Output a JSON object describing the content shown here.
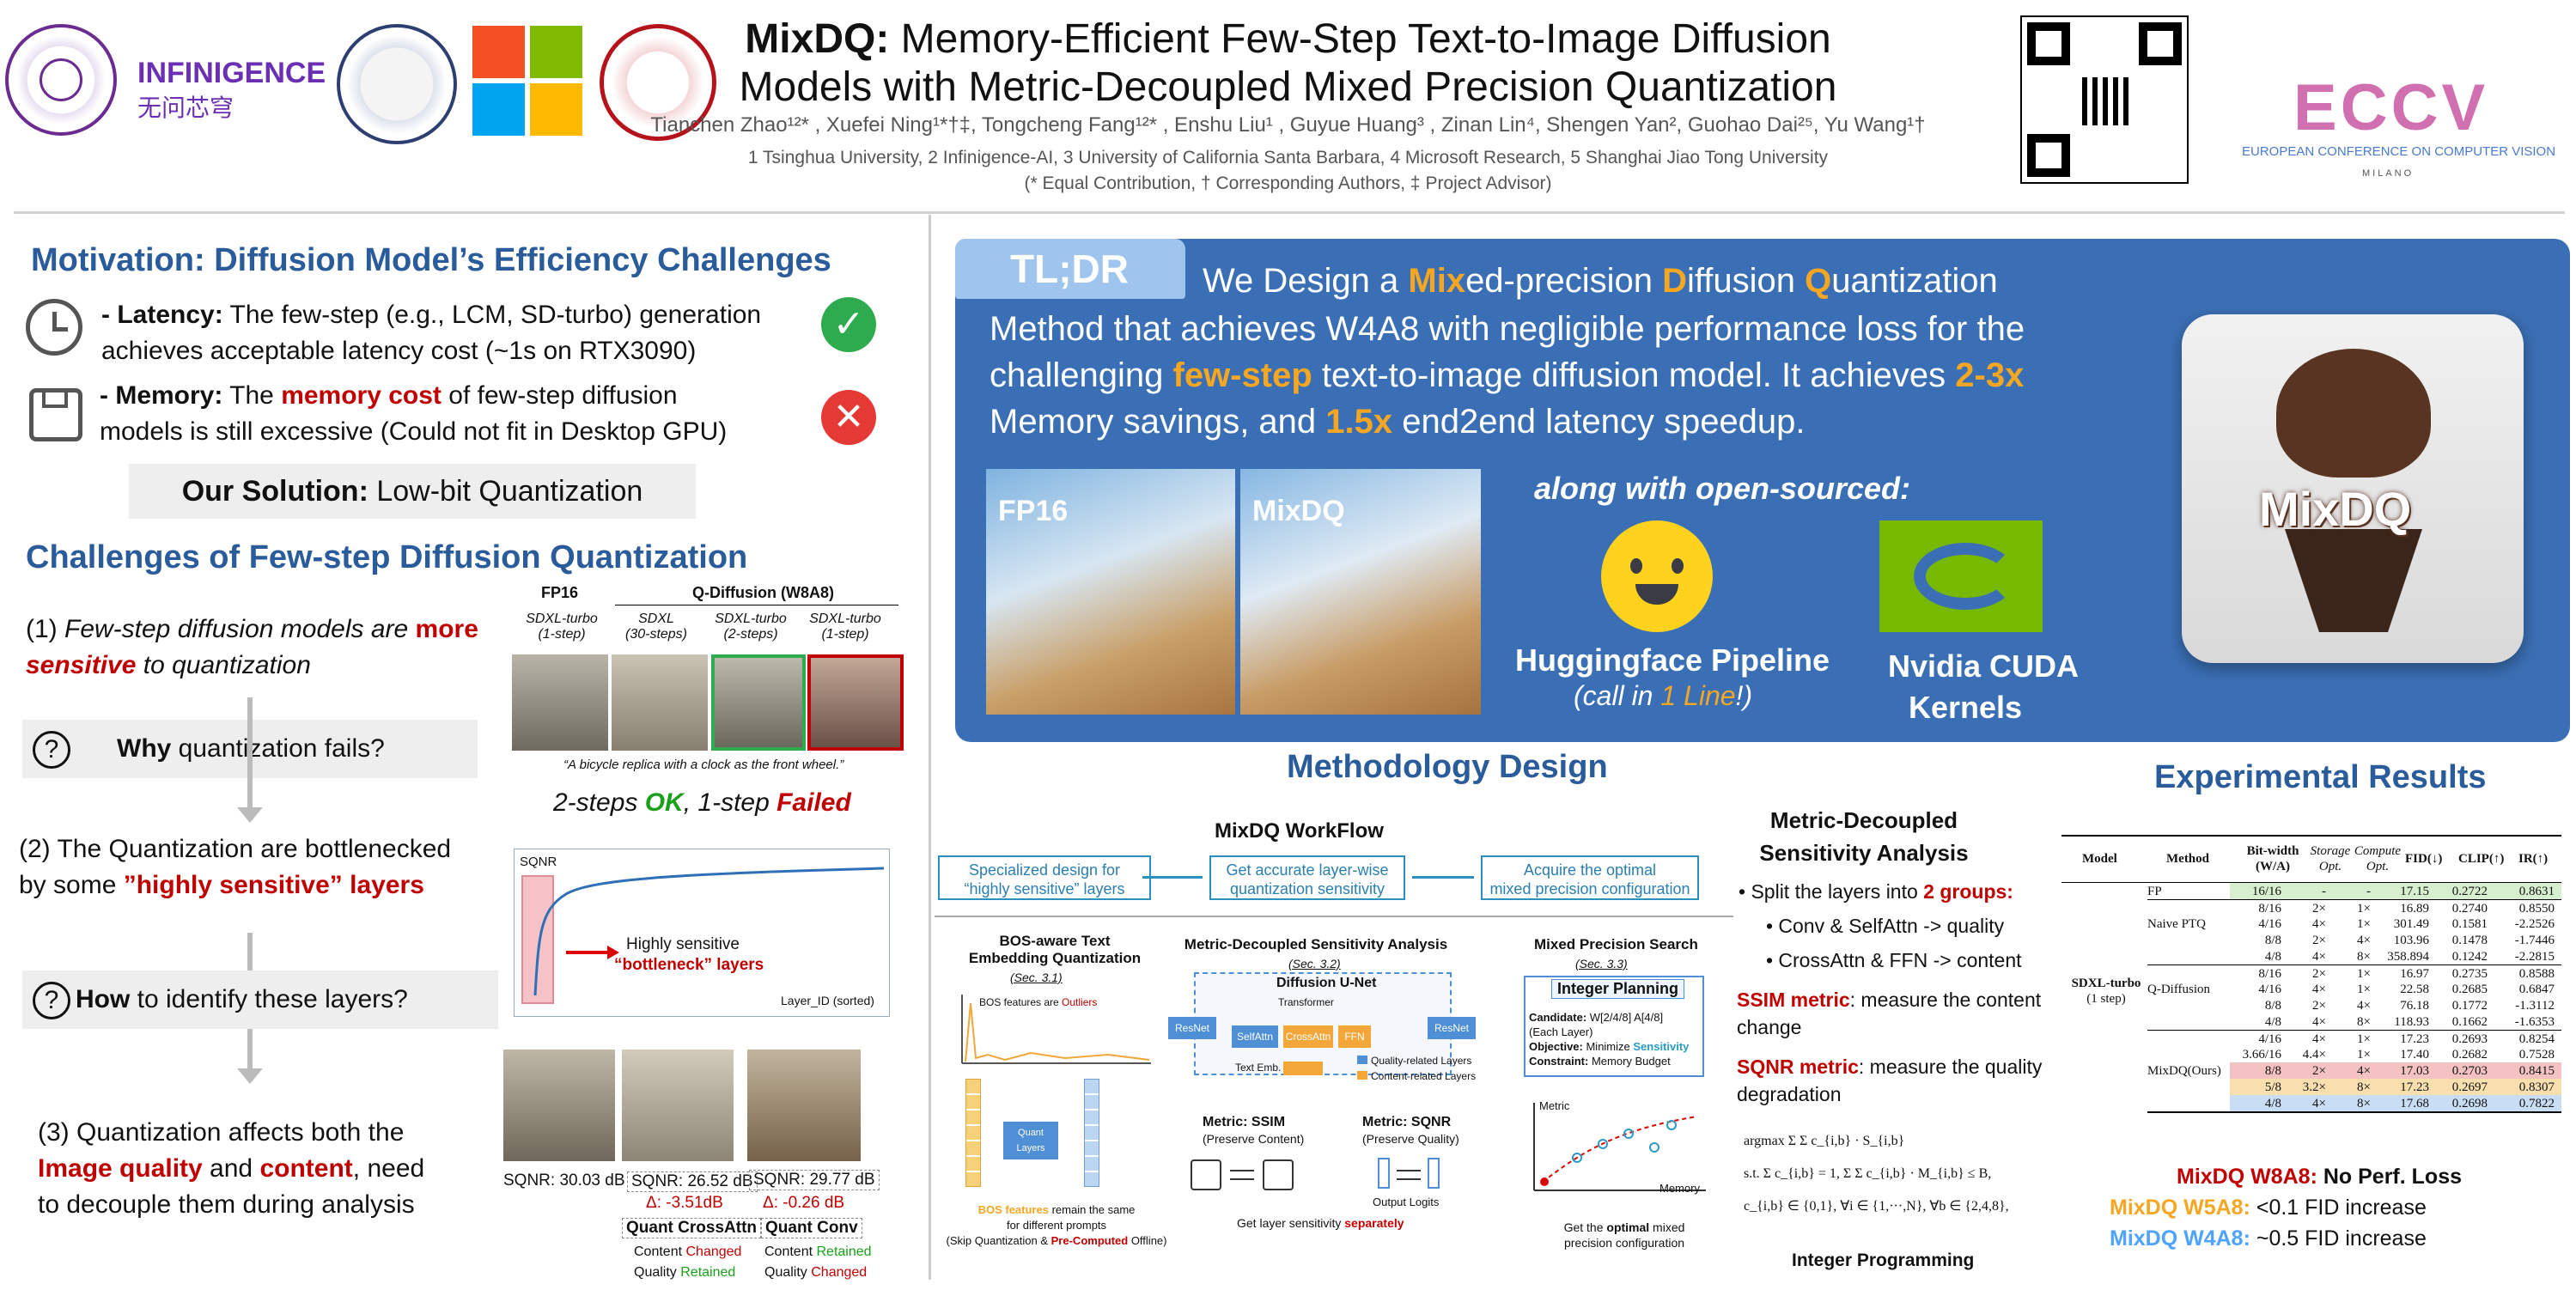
{
  "header": {
    "title_bold": "MixDQ:",
    "title_line1_rest": " Memory-Efficient Few-Step Text-to-Image Diffusion",
    "title_line2": "Models with Metric-Decoupled Mixed Precision Quantization",
    "authors": "Tianchen Zhao¹²* , Xuefei Ning¹*†‡, Tongcheng Fang¹²* , Enshu Liu¹ , Guyue Huang³ , Zinan Lin⁴, Shengen Yan², Guohao Dai²⁵, Yu Wang¹†",
    "affiliations": "1 Tsinghua University, 2 Infinigence-AI, 3 University of California Santa Barbara, 4 Microsoft Research, 5 Shanghai Jiao Tong University",
    "contributions": "(* Equal Contribution, † Corresponding Authors, ‡ Project Advisor)",
    "infinigence_logo": "INFINIGENCE",
    "infinigence_sub": "无问芯穹",
    "eccv_logo": "ECCV",
    "eccv_sub": "EUROPEAN CONFERENCE ON COMPUTER VISION",
    "eccv_city": "MILANO"
  },
  "motivation": {
    "title": "Motivation: Diffusion Model’s Efficiency Challenges",
    "latency_label": "- Latency:",
    "latency_text1": " The few-step (e.g., LCM, SD-turbo) generation",
    "latency_text2": "achieves acceptable latency cost (~1s on RTX3090)",
    "memory_label": "- Memory:",
    "memory_pre": " The ",
    "memory_red": "memory cost",
    "memory_post": " of few-step diffusion",
    "memory_text2": "models is still excessive (Could not fit in Desktop GPU)",
    "solution_label": "Our Solution:",
    "solution_text": " Low-bit Quantization"
  },
  "challenges": {
    "title": "Challenges of Few-step Diffusion Quantization",
    "c1_num": "(1) ",
    "c1_italic": "Few-step diffusion models are ",
    "c1_red1": "more",
    "c1_red2": "sensitive",
    "c1_tail": " to quantization",
    "why_bold": "Why",
    "why_text": " quantization fails?",
    "c2_line1": "(2) The Quantization are bottlenecked",
    "c2_pre": "by some ",
    "c2_red": "”highly sensitive” layers",
    "how_bold": "How",
    "how_text": " to identify these layers?",
    "c3_line1": "(3) Quantization affects both the",
    "c3_red1": "Image quality",
    "c3_mid": " and ",
    "c3_red2": "content",
    "c3_tail": ", need",
    "c3_line3": "to decouple them during analysis",
    "fig_fp16": "FP16",
    "fig_qdiff": "Q-Diffusion (W8A8)",
    "fig_cols": [
      "SDXL-turbo\n(1-step)",
      "SDXL\n(30-steps)",
      "SDXL-turbo\n(2-steps)",
      "SDXL-turbo\n(1-step)"
    ],
    "fig_caption": "“A bicycle replica with a clock as the front wheel.”",
    "steps_pre": "2-steps ",
    "steps_ok": "OK",
    "steps_mid": ", 1-step ",
    "steps_fail": "Failed",
    "sqnr_label": "SQNR",
    "sqnr_highly": "Highly sensitive",
    "sqnr_bottleneck": "“bottleneck” layers",
    "sqnr_xlabel": "Layer_ID (sorted)",
    "sqnr_values": [
      "SQNR: 30.03 dB",
      "SQNR: 26.52 dB",
      "SQNR: 29.77 dB"
    ],
    "deltas": [
      "Δ: -3.51dB",
      "Δ: -0.26 dB"
    ],
    "quant_cross": "Quant CrossAttn",
    "quant_conv": "Quant Conv",
    "content_word": "Content ",
    "quality_word": "Quality ",
    "changed": "Changed",
    "retained": "Retained"
  },
  "tldr": {
    "tab": "TL;DR",
    "l1_a": "We Design a ",
    "l1_mix": "Mix",
    "l1_b": "ed-precision ",
    "l1_d": "D",
    "l1_c": "iffusion ",
    "l1_q": "Q",
    "l1_e": "uantization",
    "l2": "Method that achieves W4A8 with negligible performance loss for the",
    "l3_a": "challenging ",
    "l3_fs": "few-step",
    "l3_b": " text-to-image diffusion model. It achieves ",
    "l3_x": "2-3x",
    "l4_a": "Memory savings, and ",
    "l4_x": "1.5x",
    "l4_b": " end2end latency speedup.",
    "img1_label": "FP16",
    "img2_label": "MixDQ",
    "opensource": "along with open-sourced:",
    "hf_label": "Huggingface Pipeline",
    "hf_sub_a": "(call in ",
    "hf_sub_b": "1 Line",
    "hf_sub_c": "!)",
    "nv_label1": "Nvidia CUDA",
    "nv_label2": "Kernels",
    "logo_text": "MixDQ"
  },
  "method": {
    "title": "Methodology Design",
    "workflow": "MixDQ WorkFlow",
    "flow1": "Specialized design for\n“highly sensitive” layers",
    "flow2": "Get accurate layer-wise\nquantization sensitivity",
    "flow3": "Acquire the optimal\nmixed precision configuration",
    "bos_title": "BOS-aware Text\nEmbedding Quantization",
    "bos_sec": "(Sec. 3.1)",
    "bos_outliers_pre": "BOS features are ",
    "bos_outliers": "Outliers",
    "bos_quant": "Quant\nLayers",
    "bos_note_a": "BOS features",
    "bos_note_b": " remain the same\nfor different prompts",
    "bos_note_c": "(Skip Quantization & ",
    "bos_note_d": "Pre-Computed",
    "bos_note_e": " Offline)",
    "mds_title": "Metric-Decoupled Sensitivity Analysis",
    "mds_sec": "(Sec. 3.2)",
    "unet": "Diffusion U-Net",
    "transformer": "Transformer",
    "resnet": "ResNet",
    "selfattn": "SelfAttn",
    "crossattn": "CrossAttn",
    "ffn": "FFN",
    "textemb": "Text Emb.",
    "legend_q": "Quality-related Layers",
    "legend_c": "Content-related Layers",
    "metric_ssim": "Metric: SSIM",
    "ssim_sub": "(Preserve Content)",
    "metric_sqnr": "Metric: SQNR",
    "sqnr_sub": "(Preserve Quality)",
    "output_logits": "Output Logits",
    "get_sens_a": "Get layer sensitivity ",
    "get_sens_b": "separately",
    "mps_title": "Mixed Precision Search",
    "mps_sec": "(Sec. 3.3)",
    "int_plan": "Integer Planning",
    "cand_b": "Candidate:",
    "cand": " W[2/4/8] A[4/8]",
    "cand2": "(Each Layer)",
    "obj_b": "Objective:",
    "obj": " Minimize ",
    "obj_c": "Sensitivity",
    "con_b": "Constraint:",
    "con": " Memory Budget",
    "axis_metric": "Metric",
    "axis_memory": "Memory",
    "get_opt_a": "Get the ",
    "get_opt_b": "optimal",
    "get_opt_c": " mixed\nprecision configuration"
  },
  "analysis": {
    "title1": "Metric-Decoupled",
    "title2": "Sensitivity Analysis",
    "split_a": "Split the layers into ",
    "split_b": "2 groups:",
    "g1": "Conv & SelfAttn -> quality",
    "g2": "CrossAttn & FFN -> content",
    "ssim_a": "SSIM metric",
    "ssim_b": ": measure the content",
    "ssim_c": "change",
    "sqnr_a": "SQNR metric",
    "sqnr_b": ": measure the quality",
    "sqnr_c": "degradation",
    "eq1": "argmax  Σ  Σ  c_{i,b} · S_{i,b}",
    "eq2": "s.t.  Σ c_{i,b} = 1,   Σ Σ c_{i,b} · M_{i,b} ≤ B,",
    "eq3": "c_{i,b} ∈ {0,1},   ∀i ∈ {1,···,N}, ∀b ∈ {2,4,8},",
    "int_prog": "Integer Programming"
  },
  "results": {
    "title": "Experimental Results",
    "headers": [
      "Model",
      "Method",
      "Bit-width (W/A)",
      "Storage Opt.",
      "Compute Opt.",
      "FID(↓)",
      "CLIP(↑)",
      "IR(↑)"
    ],
    "model": "SDXL-turbo",
    "model_sub": "(1 step)",
    "rows": [
      {
        "method": "FP",
        "bw": "16/16",
        "so": "-",
        "co": "-",
        "fid": "17.15",
        "clip": "0.2722",
        "ir": "0.8631",
        "hl": "fp"
      },
      {
        "method": "",
        "bw": "8/16",
        "so": "2×",
        "co": "1×",
        "fid": "16.89",
        "clip": "0.2740",
        "ir": "0.8550",
        "hl": ""
      },
      {
        "method": "Naive PTQ",
        "bw": "4/16",
        "so": "4×",
        "co": "1×",
        "fid": "301.49",
        "clip": "0.1581",
        "ir": "-2.2526",
        "hl": ""
      },
      {
        "method": "",
        "bw": "8/8",
        "so": "2×",
        "co": "4×",
        "fid": "103.96",
        "clip": "0.1478",
        "ir": "-1.7446",
        "hl": ""
      },
      {
        "method": "",
        "bw": "4/8",
        "so": "4×",
        "co": "8×",
        "fid": "358.894",
        "clip": "0.1242",
        "ir": "-2.2815",
        "hl": ""
      },
      {
        "method": "",
        "bw": "8/16",
        "so": "2×",
        "co": "1×",
        "fid": "16.97",
        "clip": "0.2735",
        "ir": "0.8588",
        "hl": ""
      },
      {
        "method": "Q-Diffusion",
        "bw": "4/16",
        "so": "4×",
        "co": "1×",
        "fid": "22.58",
        "clip": "0.2685",
        "ir": "0.6847",
        "hl": ""
      },
      {
        "method": "",
        "bw": "8/8",
        "so": "2×",
        "co": "4×",
        "fid": "76.18",
        "clip": "0.1772",
        "ir": "-1.3112",
        "hl": ""
      },
      {
        "method": "",
        "bw": "4/8",
        "so": "4×",
        "co": "8×",
        "fid": "118.93",
        "clip": "0.1662",
        "ir": "-1.6353",
        "hl": ""
      },
      {
        "method": "",
        "bw": "4/16",
        "so": "4×",
        "co": "1×",
        "fid": "17.23",
        "clip": "0.2693",
        "ir": "0.8254",
        "hl": ""
      },
      {
        "method": "",
        "bw": "3.66/16",
        "so": "4.4×",
        "co": "1×",
        "fid": "17.40",
        "clip": "0.2682",
        "ir": "0.7528",
        "hl": ""
      },
      {
        "method": "MixDQ(Ours)",
        "bw": "8/8",
        "so": "2×",
        "co": "4×",
        "fid": "17.03",
        "clip": "0.2703",
        "ir": "0.8415",
        "hl": "red"
      },
      {
        "method": "",
        "bw": "5/8",
        "so": "3.2×",
        "co": "8×",
        "fid": "17.23",
        "clip": "0.2697",
        "ir": "0.8307",
        "hl": "orange"
      },
      {
        "method": "",
        "bw": "4/8",
        "so": "4×",
        "co": "8×",
        "fid": "17.68",
        "clip": "0.2698",
        "ir": "0.7822",
        "hl": "blue"
      }
    ],
    "s1_a": "MixDQ W8A8:",
    "s1_b": " No Perf. Loss",
    "s2_a": "MixDQ W5A8:",
    "s2_b": " <0.1 FID increase",
    "s3_a": "MixDQ W4A8:",
    "s3_b": " ~0.5 FID increase"
  },
  "colors": {
    "accent_blue": "#2a5b9a",
    "tldr_bg": "#3b6fb5",
    "red": "#c00000",
    "orange": "#f5a623",
    "green": "#1aa01a",
    "sky": "#4ea3ff"
  }
}
